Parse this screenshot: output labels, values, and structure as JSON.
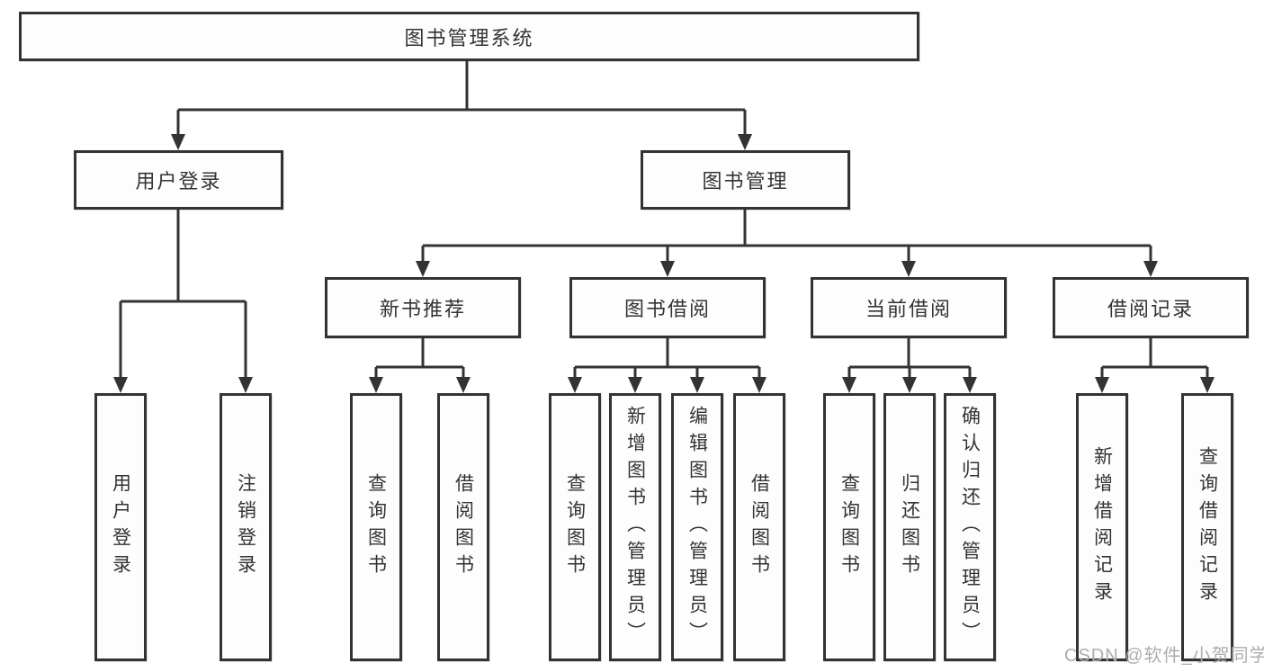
{
  "diagram": {
    "root": {
      "label": "图书管理系统"
    },
    "branches": [
      {
        "label": "用户登录",
        "children": [
          {
            "label": "用户登录"
          },
          {
            "label": "注销登录"
          }
        ]
      },
      {
        "label": "图书管理",
        "children": [
          {
            "label": "新书推荐",
            "children": [
              {
                "label": "查询图书"
              },
              {
                "label": "借阅图书"
              }
            ]
          },
          {
            "label": "图书借阅",
            "children": [
              {
                "label": "查询图书"
              },
              {
                "label": "新增图书（管理员）"
              },
              {
                "label": "编辑图书（管理员）"
              },
              {
                "label": "借阅图书"
              }
            ]
          },
          {
            "label": "当前借阅",
            "children": [
              {
                "label": "查询图书"
              },
              {
                "label": "归还图书"
              },
              {
                "label": "确认归还（管理员）"
              }
            ]
          },
          {
            "label": "借阅记录",
            "children": [
              {
                "label": "新增借阅记录"
              },
              {
                "label": "查询借阅记录"
              }
            ]
          }
        ]
      }
    ]
  },
  "watermark": {
    "text": "CSDN @软件_小贺同学"
  },
  "colors": {
    "line": "#333333",
    "box_border": "#333333",
    "box_fill": "#fdfdfd",
    "text": "#333333",
    "watermark": "#adadad",
    "background": "#ffffff"
  }
}
